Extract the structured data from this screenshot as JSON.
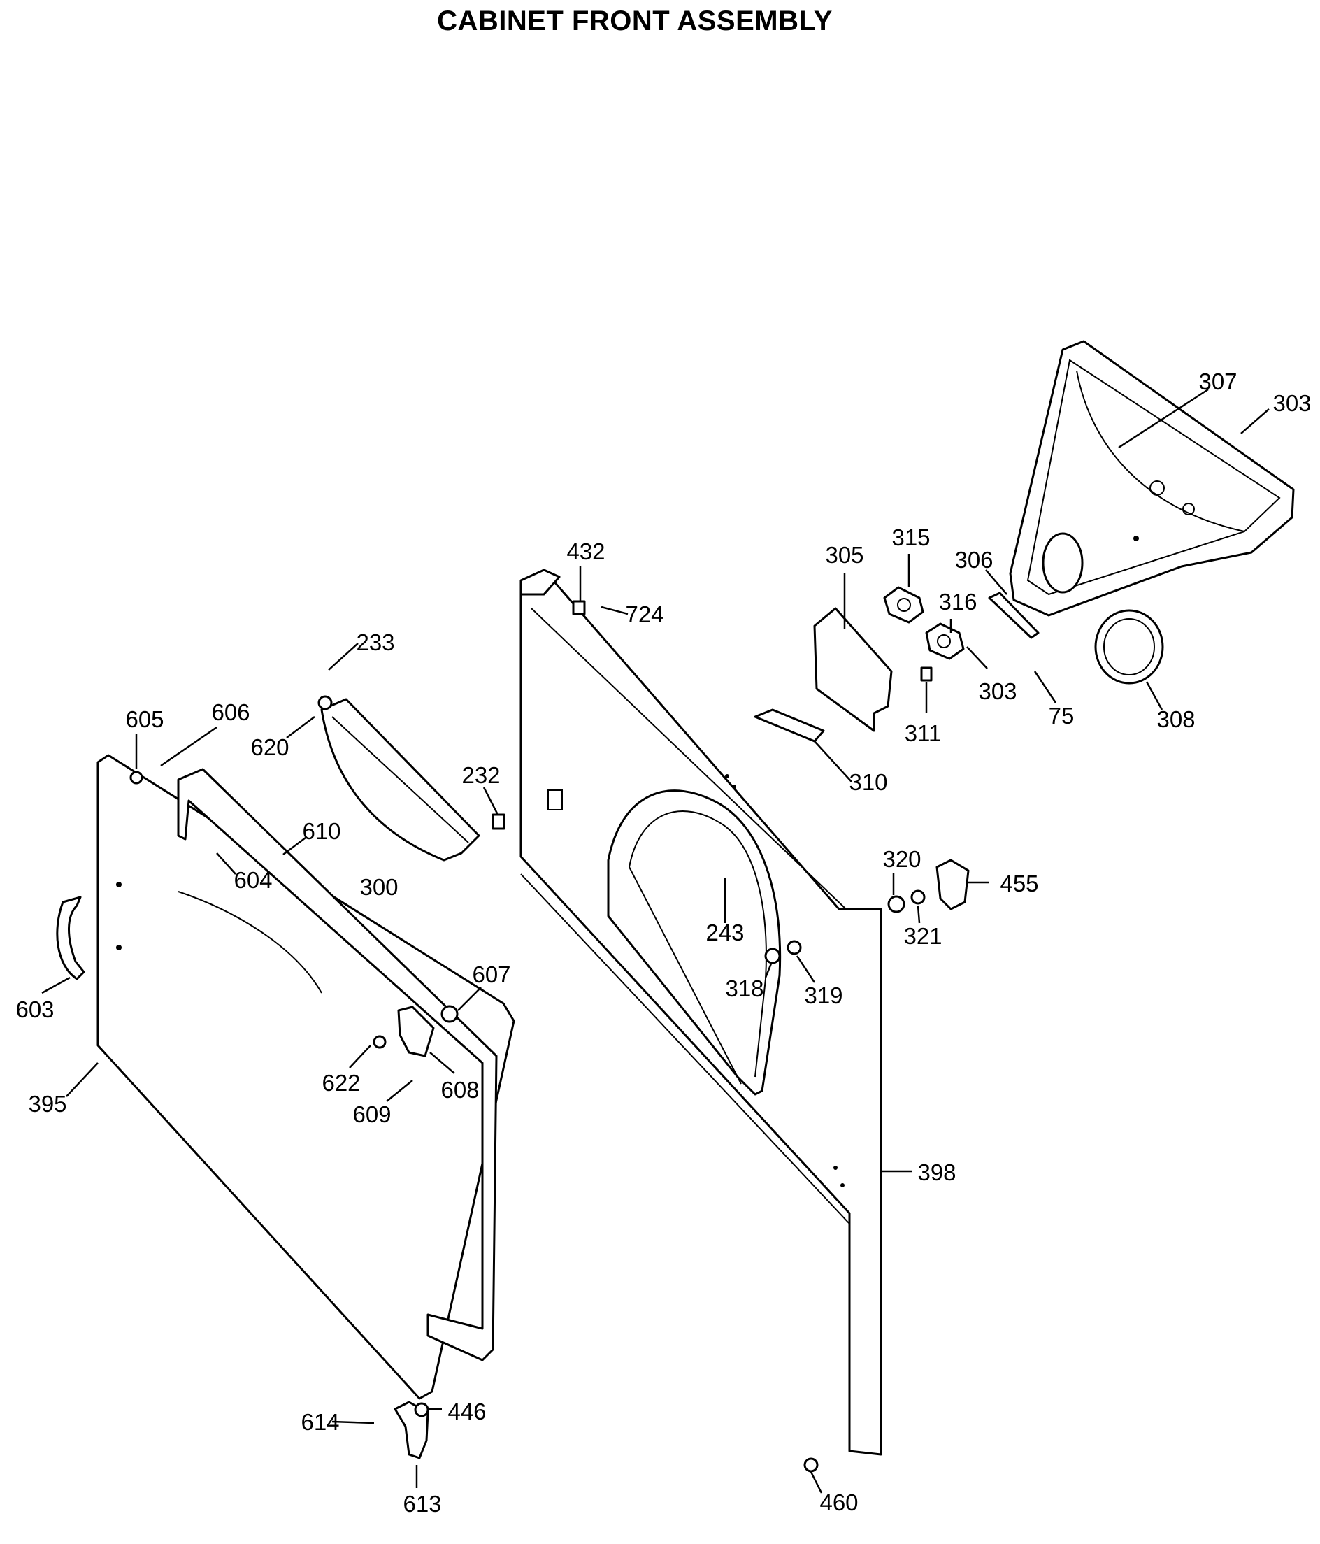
{
  "header": {
    "cut_line": "",
    "title": "CABINET FRONT ASSEMBLY"
  },
  "callouts": [
    "307",
    "303",
    "305",
    "315",
    "306",
    "316",
    "432",
    "724",
    "233",
    "303",
    "75",
    "308",
    "311",
    "310",
    "605",
    "606",
    "620",
    "232",
    "610",
    "604",
    "300",
    "320",
    "455",
    "243",
    "321",
    "318",
    "319",
    "607",
    "603",
    "622",
    "608",
    "395",
    "609",
    "398",
    "614",
    "446",
    "460",
    "613"
  ]
}
